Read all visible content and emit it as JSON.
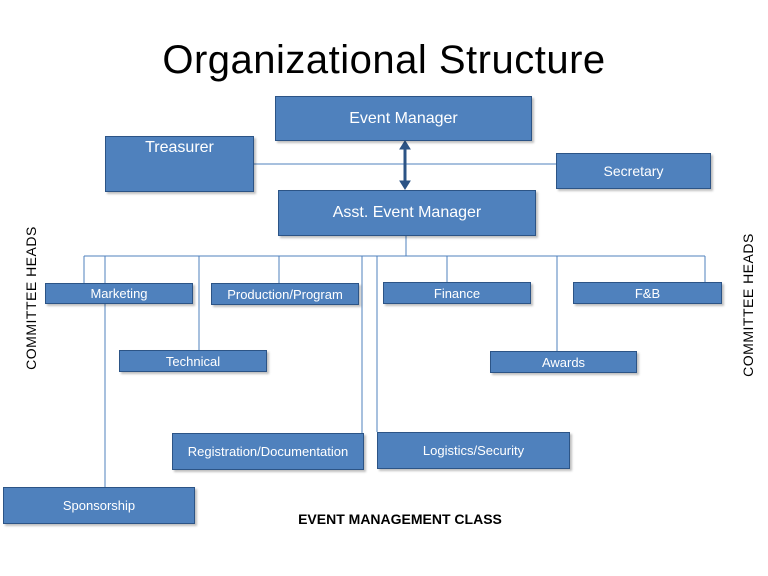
{
  "title": "Organizational Structure",
  "nodes": {
    "event_manager": "Event Manager",
    "treasurer": "Treasurer",
    "secretary": "Secretary",
    "asst_event_manager": "Asst. Event Manager",
    "marketing": "Marketing",
    "production_program": "Production/Program",
    "finance": "Finance",
    "fb": "F&B",
    "technical": "Technical",
    "awards": "Awards",
    "registration_documentation": "Registration/Documentation",
    "logistics_security": "Logistics/Security",
    "sponsorship": "Sponsorship"
  },
  "side_label_left": "COMMITTEE HEADS",
  "side_label_right": "COMMITTEE HEADS",
  "footer": "EVENT MANAGEMENT CLASS",
  "colors": {
    "box_fill": "#4f81bd",
    "box_border": "#2c5486",
    "connector": "#4f81bd"
  }
}
